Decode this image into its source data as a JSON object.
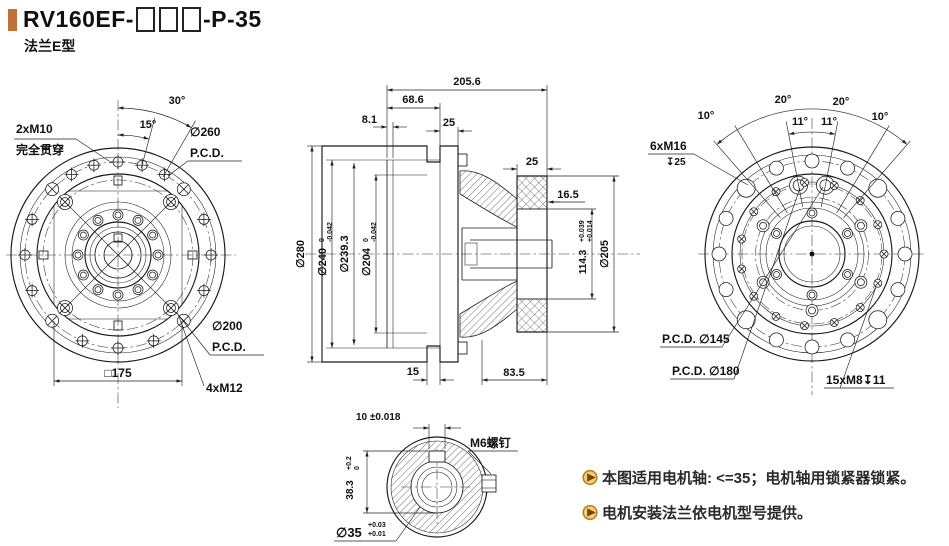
{
  "header": {
    "accent_color": "#bd7237",
    "title_prefix": "RV160EF-",
    "title_suffix": "-P-35",
    "placeholder_box_count": 3,
    "subtitle": "法兰E型"
  },
  "front_view": {
    "labels": {
      "bolt_note_line1": "2xM10",
      "bolt_note_line2": "完全贯穿",
      "angle_30": "30°",
      "angle_15": "15°",
      "pcd260_dia": "∅260",
      "pcd260_pcd": "P.C.D.",
      "pcd200_dia": "∅200",
      "pcd200_pcd": "P.C.D.",
      "square": "□175",
      "bolts": "4xM12"
    }
  },
  "section_view": {
    "labels": {
      "len_total": "205.6",
      "len_686": "68.6",
      "len_81": "8.1",
      "len_25_flange": "25",
      "len_25_motor": "25",
      "len_165": "16.5",
      "dia280": "∅280",
      "dia240": "∅240",
      "dia240_tol_upper": "0",
      "dia240_tol_lower": "-0.042",
      "dia2393": "∅239.3",
      "dia204": "∅204",
      "dia204_tol_upper": "0",
      "dia204_tol_lower": "-0.042",
      "bore1143": "114.3",
      "bore1143_tol_upper": "+0.039",
      "bore1143_tol_lower": "+0.014",
      "dia205": "∅205",
      "len_15": "15",
      "len_835": "83.5"
    }
  },
  "rear_view": {
    "labels": {
      "angle_10_left": "10°",
      "angle_20_left": "20°",
      "angle_20_right": "20°",
      "angle_10_right": "10°",
      "angle_11_left": "11°",
      "angle_11_right": "11°",
      "tap_m16": "6xM16",
      "tap_m16_depth": "↧25",
      "pcd145": "P.C.D. ∅145",
      "pcd180": "P.C.D. ∅180",
      "tap_m8": "15xM8↧11"
    }
  },
  "shaft_detail": {
    "labels": {
      "key_width": "10 ±0.018",
      "screw": "M6螺钉",
      "key_height": "38.3",
      "key_height_tol_upper": "+0.2",
      "key_height_tol_lower": "0",
      "bore": "∅35",
      "bore_tol_upper": "+0.03",
      "bore_tol_lower": "+0.01"
    }
  },
  "notes": {
    "bullet_fill": "#f5d071",
    "bullet_border": "#c07f1e",
    "items": [
      {
        "text": "本图适用电机轴: <=35；电机轴用锁紧器锁紧。"
      },
      {
        "text": "电机安装法兰依电机型号提供。"
      }
    ]
  }
}
